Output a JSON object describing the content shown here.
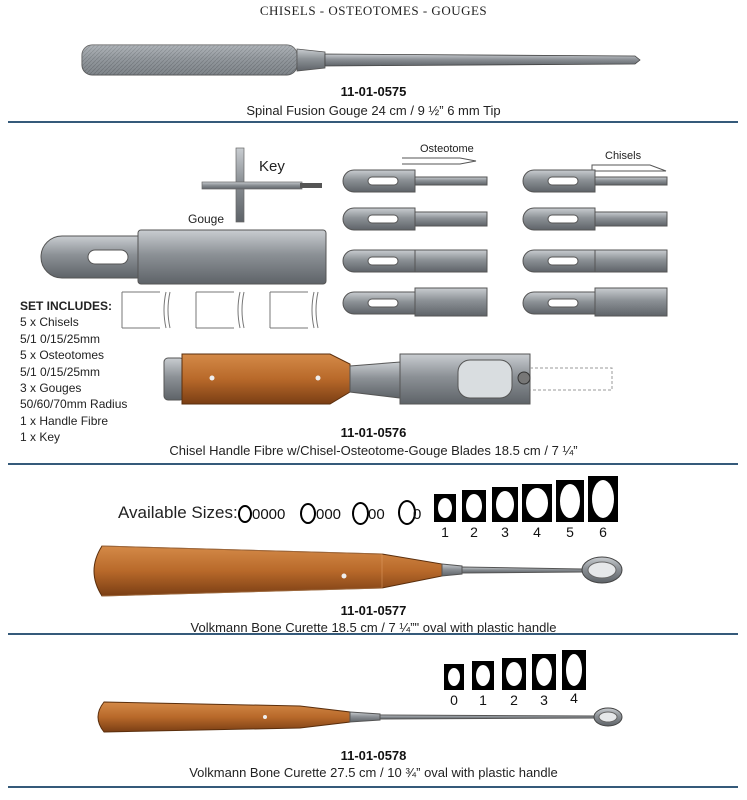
{
  "page": {
    "title": "CHISELS - OSTEOTOMES - GOUGES"
  },
  "products": [
    {
      "code": "11-01-0575",
      "description": "Spinal Fusion Gouge 24 cm / 9 ½” 6 mm Tip"
    },
    {
      "code": "11-01-0576",
      "description": "Chisel Handle Fibre w/Chisel-Osteotome-Gouge Blades 18.5 cm / 7 ¼”"
    },
    {
      "code": "11-01-0577",
      "description": "Volkmann Bone Curette 18.5 cm / 7 ¼”\" oval with plastic handle"
    },
    {
      "code": "11-01-0578",
      "description": "Volkmann Bone Curette 27.5 cm / 10 ¾” oval with plastic handle"
    }
  ],
  "set": {
    "heading": "SET INCLUDES:",
    "items": [
      "5 x Chisels",
      "5/1 0/15/25mm",
      "5 x Osteotomes",
      "5/1 0/15/25mm",
      "3 x Gouges",
      "50/60/70mm Radius",
      "1 x Handle Fibre",
      "1 x Key"
    ]
  },
  "labels": {
    "key": "Key",
    "gouge": "Gouge",
    "osteotome": "Osteotome",
    "chisels": "Chisels"
  },
  "sizes_0577": {
    "label": "Available Sizes:",
    "small": [
      "0000",
      "000",
      "00",
      "0"
    ],
    "numbered": [
      "1",
      "2",
      "3",
      "4",
      "5",
      "6"
    ]
  },
  "sizes_0578": {
    "numbered": [
      "0",
      "1",
      "2",
      "3",
      "4"
    ]
  },
  "colors": {
    "rule": "#355a7a",
    "handle_wood": "#b8692a",
    "steel": "#8f9499"
  }
}
